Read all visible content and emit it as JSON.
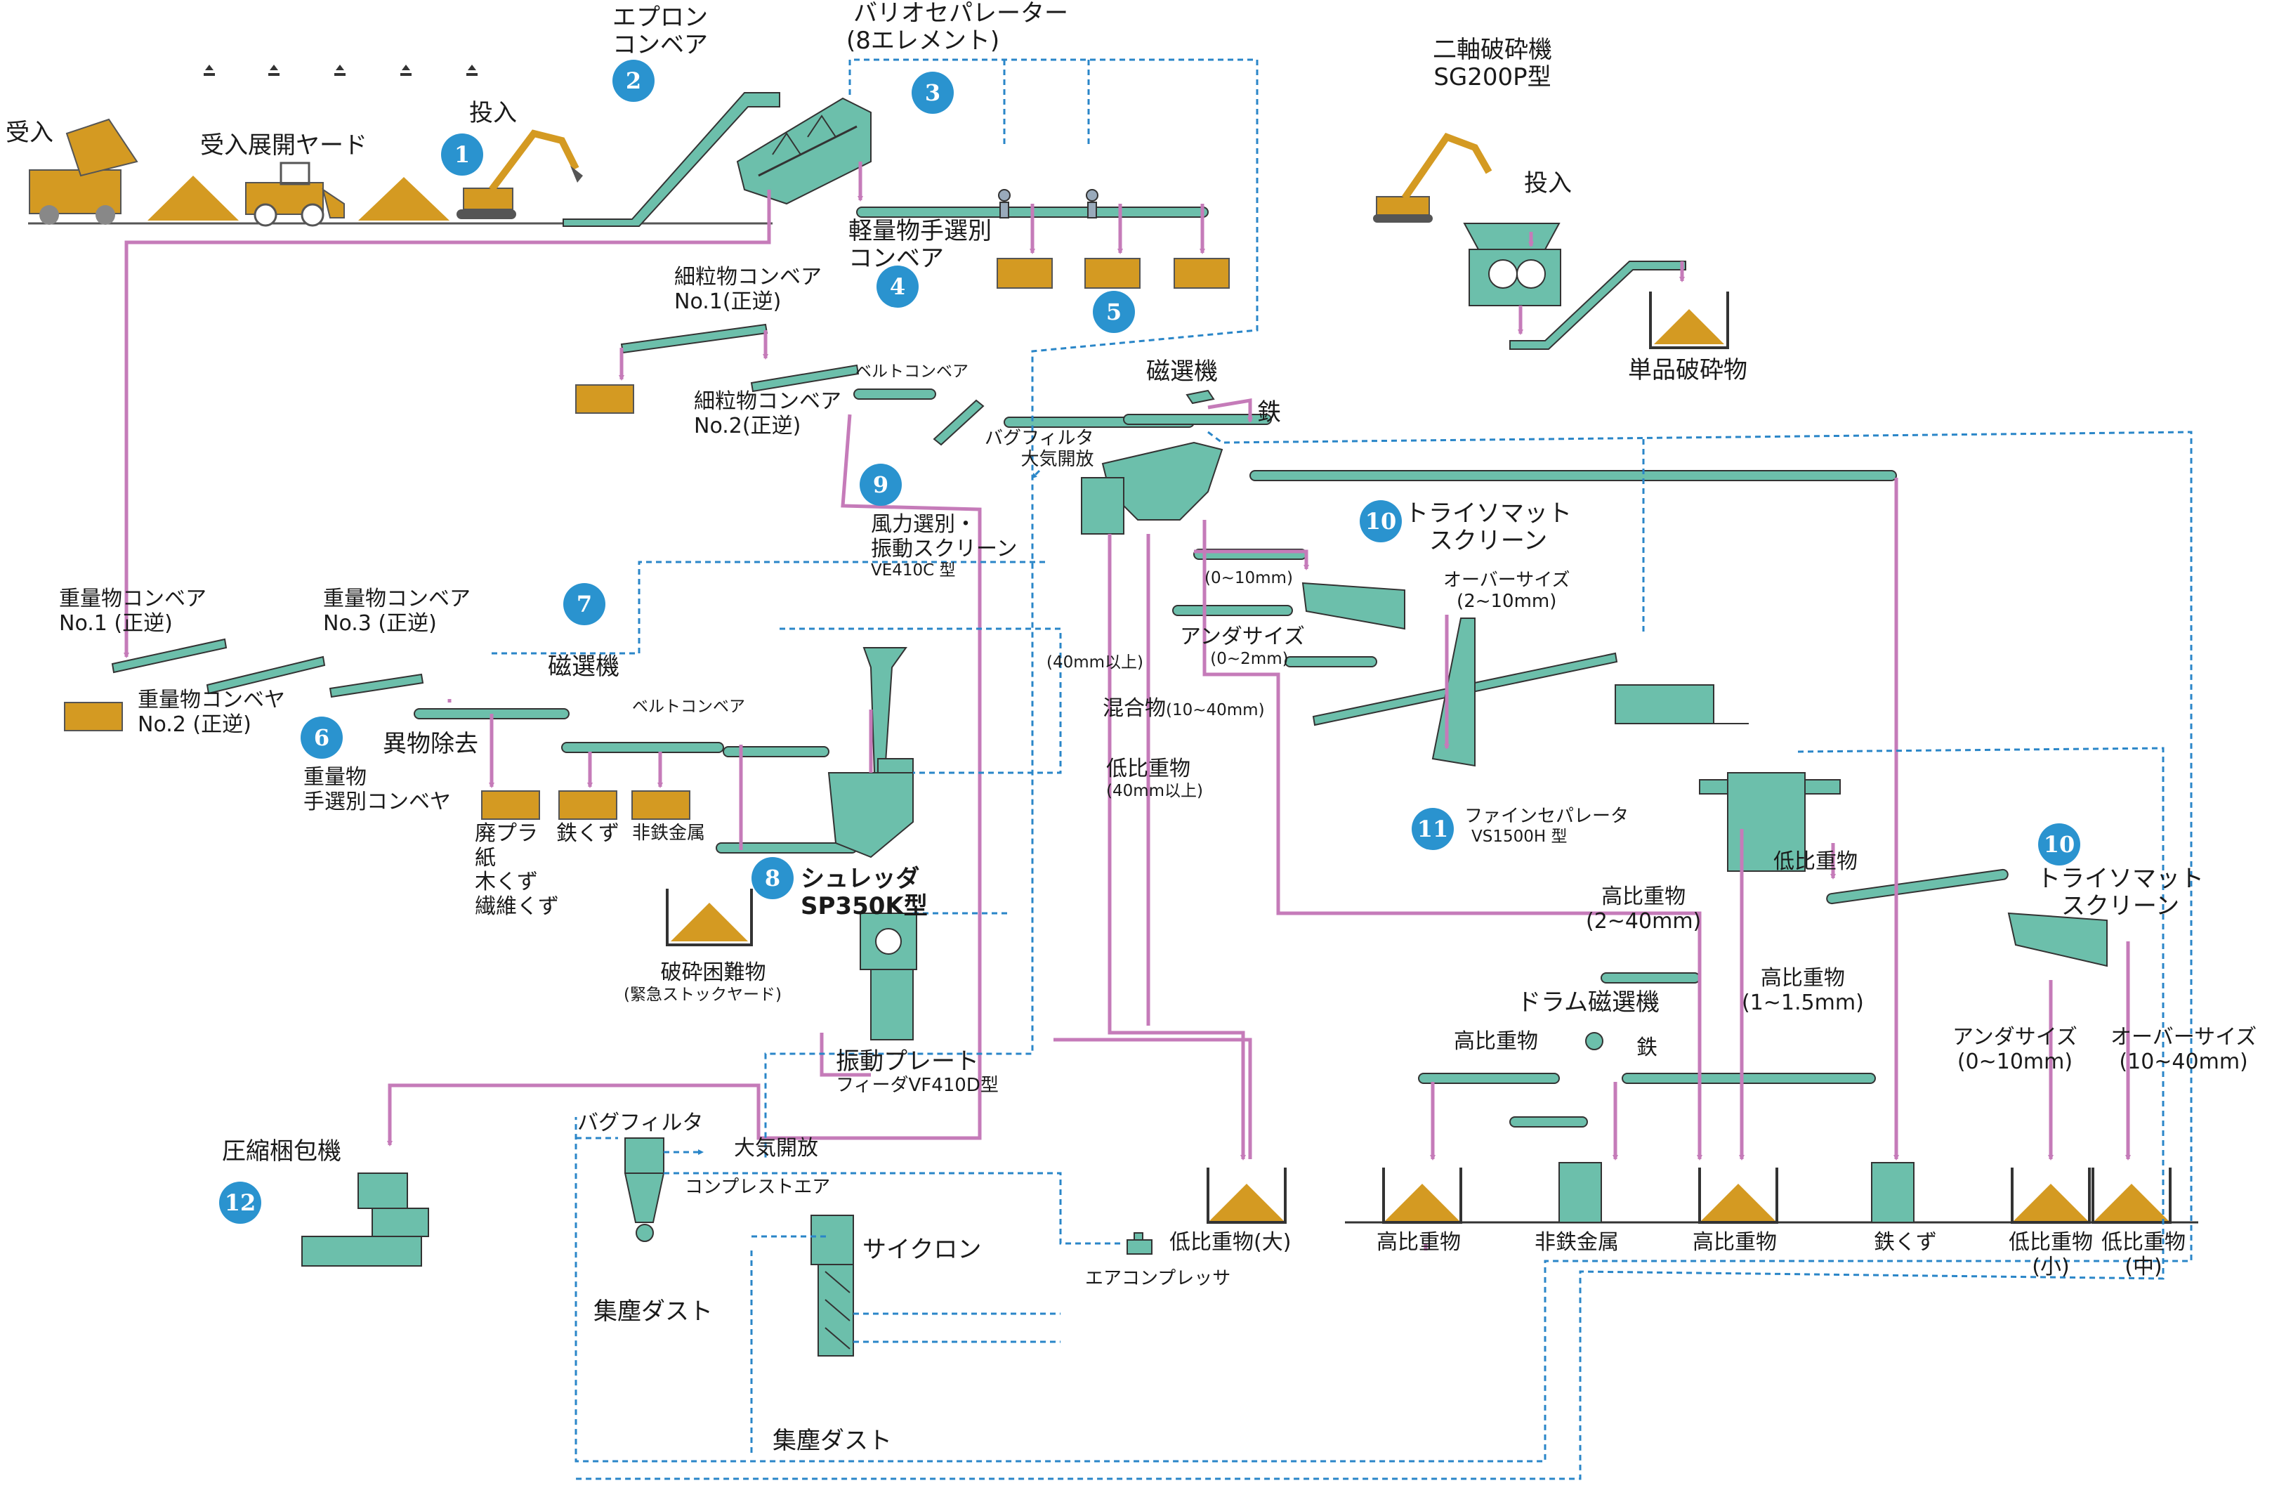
{
  "colors": {
    "machine": "#6cbfab",
    "material": "#d49a22",
    "flow": "#c57bb9",
    "air": "#2a86c8",
    "badge": "#2a93cf"
  },
  "badges": [
    "1",
    "2",
    "3",
    "4",
    "5",
    "6",
    "7",
    "8",
    "9",
    "10",
    "11",
    "10",
    "12"
  ],
  "labels": {
    "ukeire": "受入",
    "yard": "受入展開ヤード",
    "tounyu": "投入",
    "apron1": "エプロン",
    "apron2": "コンベア",
    "vario1": "バリオセパレーター",
    "vario2": "(8エレメント)",
    "niaxis1": "二軸破砕機",
    "niaxis2": "SG200P型",
    "tounyu2": "投入",
    "keiryo1": "軽量物手選別",
    "keiryo2": "コンベア",
    "saiConv1a": "細粒物コンベア",
    "saiConv1b": "No.1(正逆)",
    "saiConv2a": "細粒物コンベア",
    "saiConv2b": "No.2(正逆)",
    "beltConv1": "ベルトコンベア",
    "tanpin": "単品破砕物",
    "jisenki1": "磁選機",
    "tetsu1": "鉄",
    "bagFilter1a": "バグフィルタ",
    "bagFilter1b": "大気開放",
    "furyoku1": "風力選別・",
    "furyoku2": "振動スクリーン",
    "furyoku3": "VE410C 型",
    "trommel1a": "トライソマット",
    "trommel1b": "スクリーン",
    "over1a": "オーバーサイズ",
    "over1b": "(2~10mm)",
    "size0to10": "(0~10mm)",
    "under1a": "アンダサイズ",
    "under1b": "(0~2mm)",
    "kongo": "混合物",
    "kongoSize": "(10~40mm)",
    "over40": "(40mm以上)",
    "teihi1a": "低比重物",
    "teihi1b": "(40mm以上)",
    "juryo1a": "重量物コンベア",
    "juryo1b": "No.1 (正逆)",
    "juryo3a": "重量物コンベア",
    "juryo3b": "No.3 (正逆)",
    "juryo2a": "重量物コンベヤ",
    "juryo2b": "No.2 (正逆)",
    "jisenki2": "磁選機",
    "beltConv2": "ベルトコンベア",
    "ibutsu": "異物除去",
    "juryoSen1": "重量物",
    "juryoSen2": "手選別コンベヤ",
    "haipura": "廃プラ",
    "kami": "紙",
    "mokuzu": "木くず",
    "senikuzu": "繊維くず",
    "tetsukuzu1": "鉄くず",
    "hitetsu1": "非鉄金属",
    "shredder1": "シュレッダ",
    "shredder2": "SP350K型",
    "hasai1": "破砕困難物",
    "hasai2": "(緊急ストックヤード)",
    "shindo1": "振動プレート",
    "shindo2": "フィーダVF410D型",
    "fine1": "ファインセパレータ",
    "fine2": "VS1500H 型",
    "teihi2": "低比重物",
    "kohi1a": "高比重物",
    "kohi1b": "(2~40mm)",
    "kohi2a": "高比重物",
    "kohi2b": "(1~1.5mm)",
    "drum": "ドラム磁選機",
    "kohi3": "高比重物",
    "tetsu2": "鉄",
    "trommel2a": "トライソマット",
    "trommel2b": "スクリーン",
    "under2a": "アンダサイズ",
    "under2b": "(0~10mm)",
    "over2a": "オーバーサイズ",
    "over2b": "(10~40mm)",
    "asshuku": "圧縮梱包機",
    "bagFilter2": "バグフィルタ",
    "taiki2": "大気開放",
    "compAir": "コンプレストエア",
    "cyclone": "サイクロン",
    "shujin1": "集塵ダスト",
    "shujin2": "集塵ダスト",
    "airComp": "エアコンプレッサ",
    "out1": "低比重物(大)",
    "out2": "高比重物",
    "out3": "非鉄金属",
    "out4": "高比重物",
    "out5": "鉄くず",
    "out6a": "低比重物",
    "out6b": "(小)",
    "out7a": "低比重物",
    "out7b": "(中)"
  }
}
